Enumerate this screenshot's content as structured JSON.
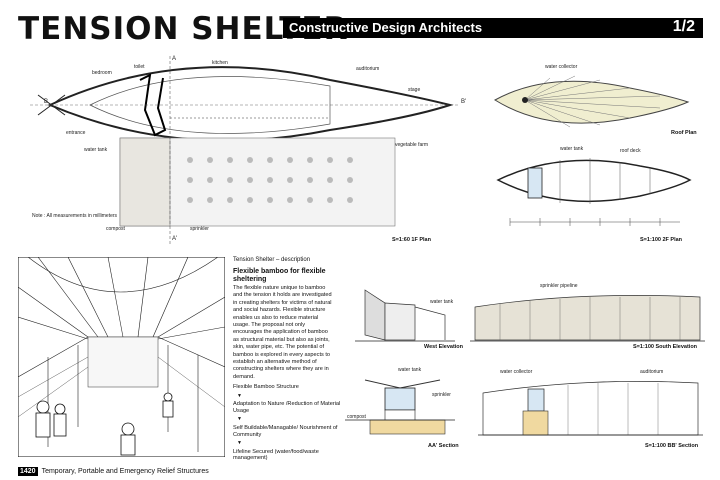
{
  "header": {
    "title": "TENSION SHELTER",
    "firm": "Constructive Design Architects",
    "page": "1/2"
  },
  "plan1f": {
    "caption": "S=1:60  1F Plan",
    "note": "Note : All measurements in millimeters",
    "marks": {
      "a_top": "A",
      "a_bottom": "A'",
      "b_left": "B",
      "b_right": "B'"
    },
    "labels": {
      "kitchen": "kitchen",
      "bedroom": "bedroom",
      "toilet": "toilet",
      "auditorium": "auditorium",
      "stage": "stage",
      "entrance": "entrance",
      "water_tank": "water tank",
      "compost": "compost",
      "sprinkler": "sprinkler",
      "vegetable_farm": "vegetable farm"
    }
  },
  "roof": {
    "caption": "Roof Plan",
    "label": "water collector"
  },
  "plan2f": {
    "caption": "S=1:100  2F Plan",
    "labels": {
      "water_tank": "water tank",
      "roof_deck": "roof deck"
    }
  },
  "description": {
    "title": "Tension Shelter – description",
    "heading": "Flexible bamboo for flexible sheltering",
    "paragraph": "The flexible nature unique to bamboo and the tension it holds are investigated in creating shelters for victims of natural and social hazards. Flexible structure enables us also to reduce material usage. The proposal not only encourages the application of bamboo as structural material but also as joints, skin, water pipe, etc. The potential of bamboo is explored in every aspects to establish an alternative method of constructing shelters where they are in demand.",
    "flow": [
      "Flexible Bamboo Structure",
      "Adaptation to Nature /Reduction of Material Usage",
      "Self Buildable/Managable/ Nourishment of Community",
      "Lifeline Secured (water/food/waste management)"
    ],
    "arrow": "▼"
  },
  "elevations": {
    "west": "West Elevation",
    "south": "S=1:100  South Elevation",
    "aa": "AA' Section",
    "bb": "S=1:100  BB' Section",
    "labels": {
      "water_tank": "water tank",
      "sprinkler_pipeline": "sprinkler pipeline",
      "water_collector": "water collector",
      "auditorium": "auditorium",
      "compost": "compost",
      "sprinkler": "sprinkler"
    }
  },
  "footer": {
    "number": "1420",
    "text": "Temporary, Portable and Emergency Relief Structures"
  }
}
